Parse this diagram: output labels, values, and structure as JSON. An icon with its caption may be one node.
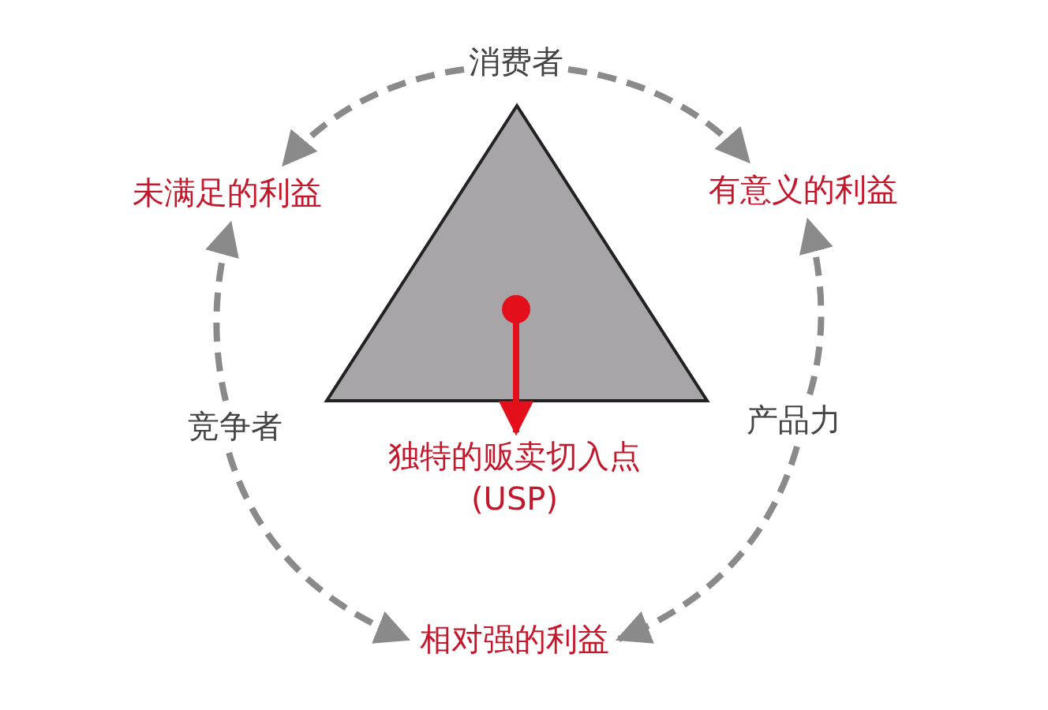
{
  "diagram": {
    "nodes": [
      {
        "text": [
          "消费者"
        ]
      },
      {
        "text": [
          "未满足的利益"
        ]
      },
      {
        "text": [
          "有意义的利益"
        ]
      },
      {
        "text": [],
        "shape": "triangle"
      },
      {
        "text": [],
        "shape": "circle",
        "in": 3
      },
      {
        "text": [
          "竞争者"
        ]
      },
      {
        "text": [
          "产品力"
        ]
      },
      {
        "text": [
          "独特的贩卖切入点 (USP)"
        ]
      },
      {
        "text": [
          "相对强的利益"
        ]
      }
    ],
    "edges": [
      {
        "from": 0,
        "to": 1,
        "arrow": "to",
        "style": "dashed"
      },
      {
        "from": 0,
        "to": 2,
        "arrow": "to",
        "style": "dashed"
      },
      {
        "from": 5,
        "to": 1,
        "arrow": "to",
        "style": "dashed"
      },
      {
        "from": 6,
        "to": 2,
        "arrow": "to",
        "style": "dashed"
      },
      {
        "from": 5,
        "to": 8,
        "arrow": "to",
        "style": "dashed"
      },
      {
        "from": 6,
        "to": 8,
        "arrow": "to",
        "style": "dashed"
      },
      {
        "from": 4,
        "to": 7,
        "arrow": "to",
        "color": "#e3101c"
      }
    ]
  }
}
